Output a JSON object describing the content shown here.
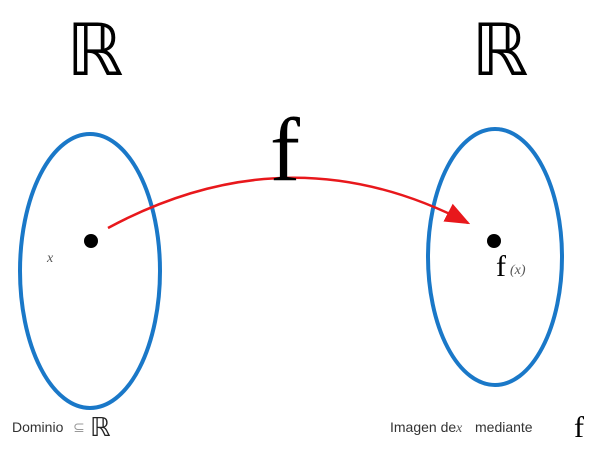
{
  "left_set": {
    "title": "ℝ",
    "point_label": "x",
    "caption": "Dominio",
    "subset_symbol": "⊆",
    "caption_set": "ℝ"
  },
  "right_set": {
    "title": "ℝ",
    "point_label_f": "f",
    "point_label_arg": "(x)",
    "caption": "Imagen de",
    "caption_var": "x",
    "caption_mid": "mediante",
    "caption_f": "f"
  },
  "arrow": {
    "label": "f"
  },
  "colors": {
    "ellipse": "#1a78c8",
    "arrow": "#e8181c",
    "point": "#000000"
  }
}
